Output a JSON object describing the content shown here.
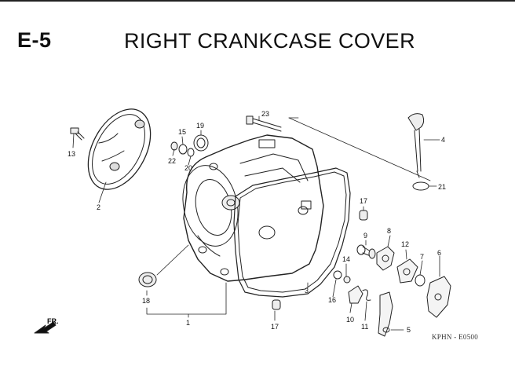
{
  "header": {
    "section_code": "E-5",
    "title": "RIGHT CRANKCASE COVER"
  },
  "diagram": {
    "direction_marker": "FR.",
    "reference_code": "KPHN - E0500"
  },
  "callouts": [
    {
      "id": "c1",
      "label": "1"
    },
    {
      "id": "c2",
      "label": "2"
    },
    {
      "id": "c3",
      "label": "3"
    },
    {
      "id": "c4",
      "label": "4"
    },
    {
      "id": "c5",
      "label": "5"
    },
    {
      "id": "c6",
      "label": "6"
    },
    {
      "id": "c7",
      "label": "7"
    },
    {
      "id": "c8",
      "label": "8"
    },
    {
      "id": "c9",
      "label": "9"
    },
    {
      "id": "c10",
      "label": "10"
    },
    {
      "id": "c11",
      "label": "11"
    },
    {
      "id": "c12",
      "label": "12"
    },
    {
      "id": "c13",
      "label": "13"
    },
    {
      "id": "c14",
      "label": "14"
    },
    {
      "id": "c15",
      "label": "15"
    },
    {
      "id": "c16",
      "label": "16"
    },
    {
      "id": "c17a",
      "label": "17"
    },
    {
      "id": "c17b",
      "label": "17"
    },
    {
      "id": "c18",
      "label": "18"
    },
    {
      "id": "c19",
      "label": "19"
    },
    {
      "id": "c20",
      "label": "20"
    },
    {
      "id": "c21",
      "label": "21"
    },
    {
      "id": "c22",
      "label": "22"
    },
    {
      "id": "c23",
      "label": "23"
    }
  ]
}
